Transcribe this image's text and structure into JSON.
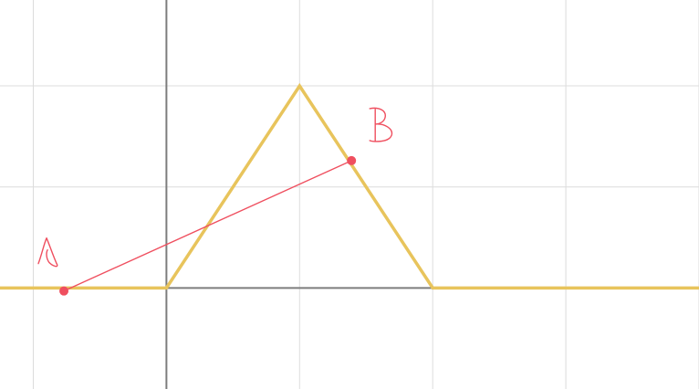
{
  "graph": {
    "x_range": [
      -1.25,
      4.0
    ],
    "y_range": [
      -1.0,
      2.85
    ],
    "gridlines_x": [
      -1,
      1,
      2,
      3,
      4
    ],
    "gridlines_y": [
      1,
      2
    ],
    "colors": {
      "background": "#ffffff",
      "grid": "#dcdcdc",
      "axis": "#7d7d7d",
      "function": "#e8c45c",
      "annotation": "#ef4f5f"
    },
    "function_points": [
      {
        "x": -1.3,
        "y": 0
      },
      {
        "x": 0,
        "y": 0
      },
      {
        "x": 1,
        "y": 2
      },
      {
        "x": 2,
        "y": 0
      },
      {
        "x": 4.1,
        "y": 0
      }
    ],
    "points": [
      {
        "label": "A",
        "x": -0.77,
        "y": -0.03
      },
      {
        "label": "B",
        "x": 1.39,
        "y": 1.26
      }
    ]
  }
}
